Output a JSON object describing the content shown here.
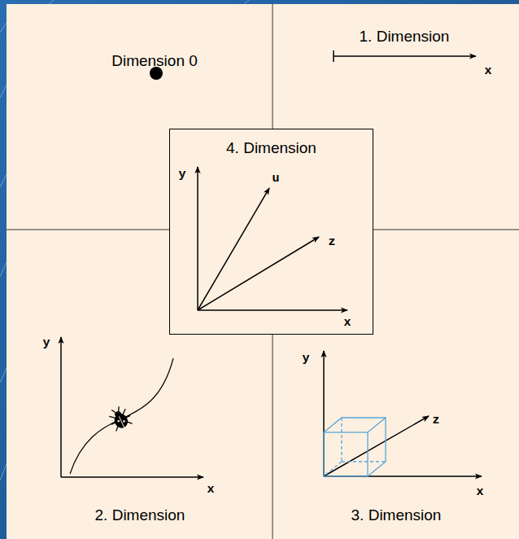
{
  "diagram": {
    "nodes": [
      {
        "text": [
          "4. Dimension"
        ]
      }
    ],
    "labels": [
      "Dimension 0",
      "1. Dimension",
      "x",
      "y",
      "u",
      "z",
      "x",
      "y",
      "x",
      "2. Dimension",
      "y",
      "z",
      "x",
      "3. Dimension"
    ]
  }
}
